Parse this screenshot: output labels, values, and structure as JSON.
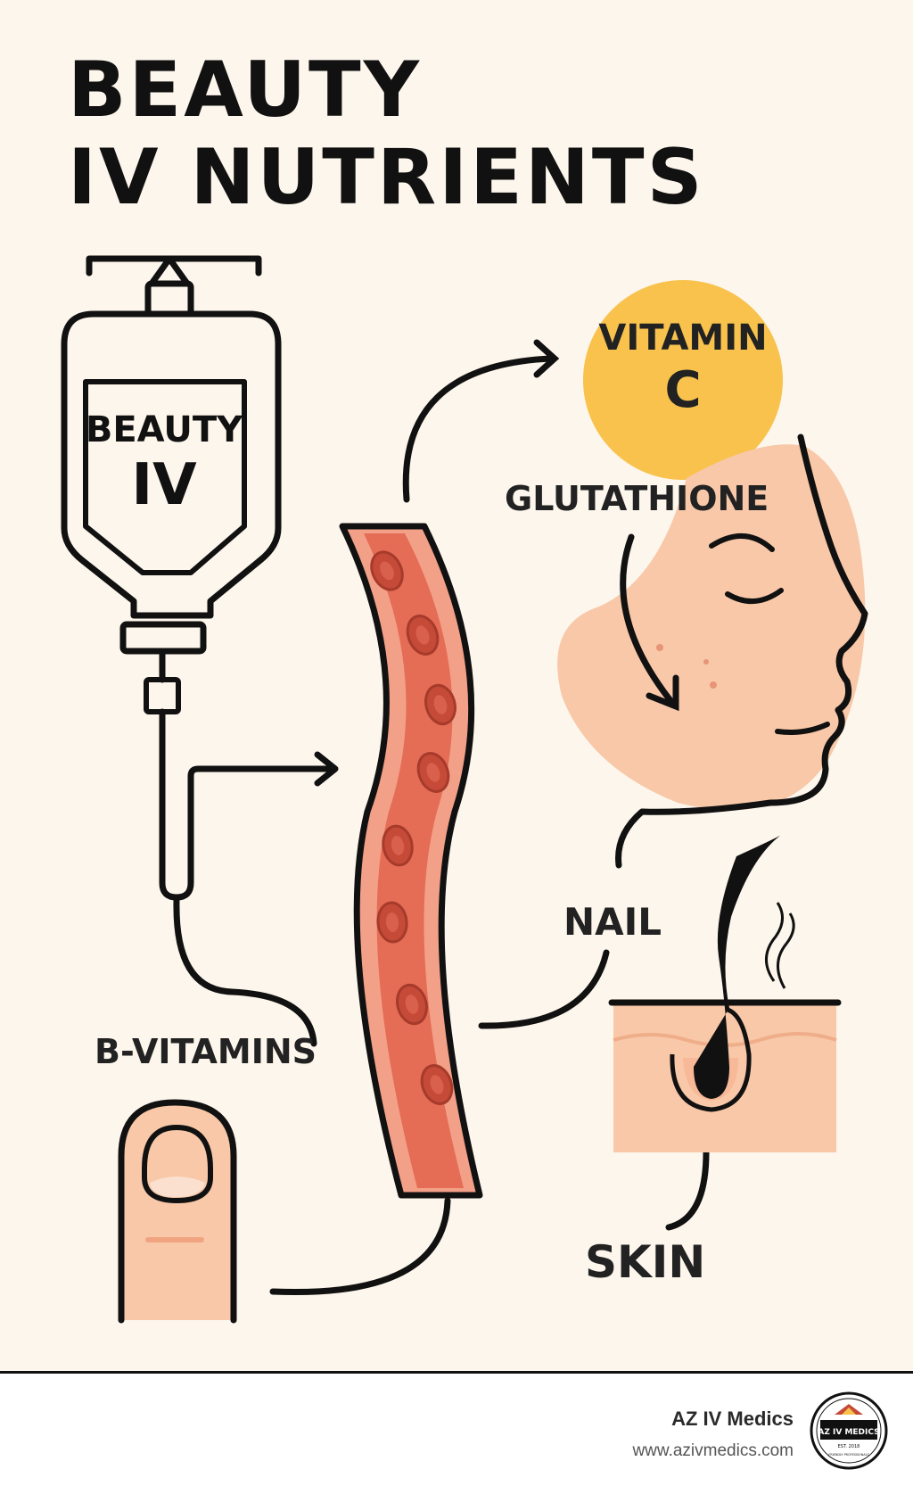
{
  "title": {
    "line1": "BEAUTY",
    "line2": "IV NUTRIENTS"
  },
  "iv_bag": {
    "label_line1": "BEAUTY",
    "label_line2": "IV"
  },
  "labels": {
    "vitamin_c_line1": "VITAMIN",
    "vitamin_c_line2": "C",
    "glutathione": "GLUTATHIONE",
    "nail": "NAIL",
    "b_vitamins": "B-VITAMINS",
    "skin": "SKIN"
  },
  "footer": {
    "brand_name": "AZ IV Medics",
    "brand_url": "www.azivmedics.com"
  },
  "logo": {
    "name": "AZ IV MEDICS",
    "est": "EST. 2018",
    "tagline": "FRIENDLY PROFESSIONALS"
  },
  "colors": {
    "background": "#fdf6ec",
    "ink": "#111111",
    "vitamin_c": "#f8c24d",
    "skin_tone": "#f8c8a8",
    "vein_outer": "#f3a088",
    "vein_inner": "#e56c55",
    "red_cell": "#c64a38"
  }
}
